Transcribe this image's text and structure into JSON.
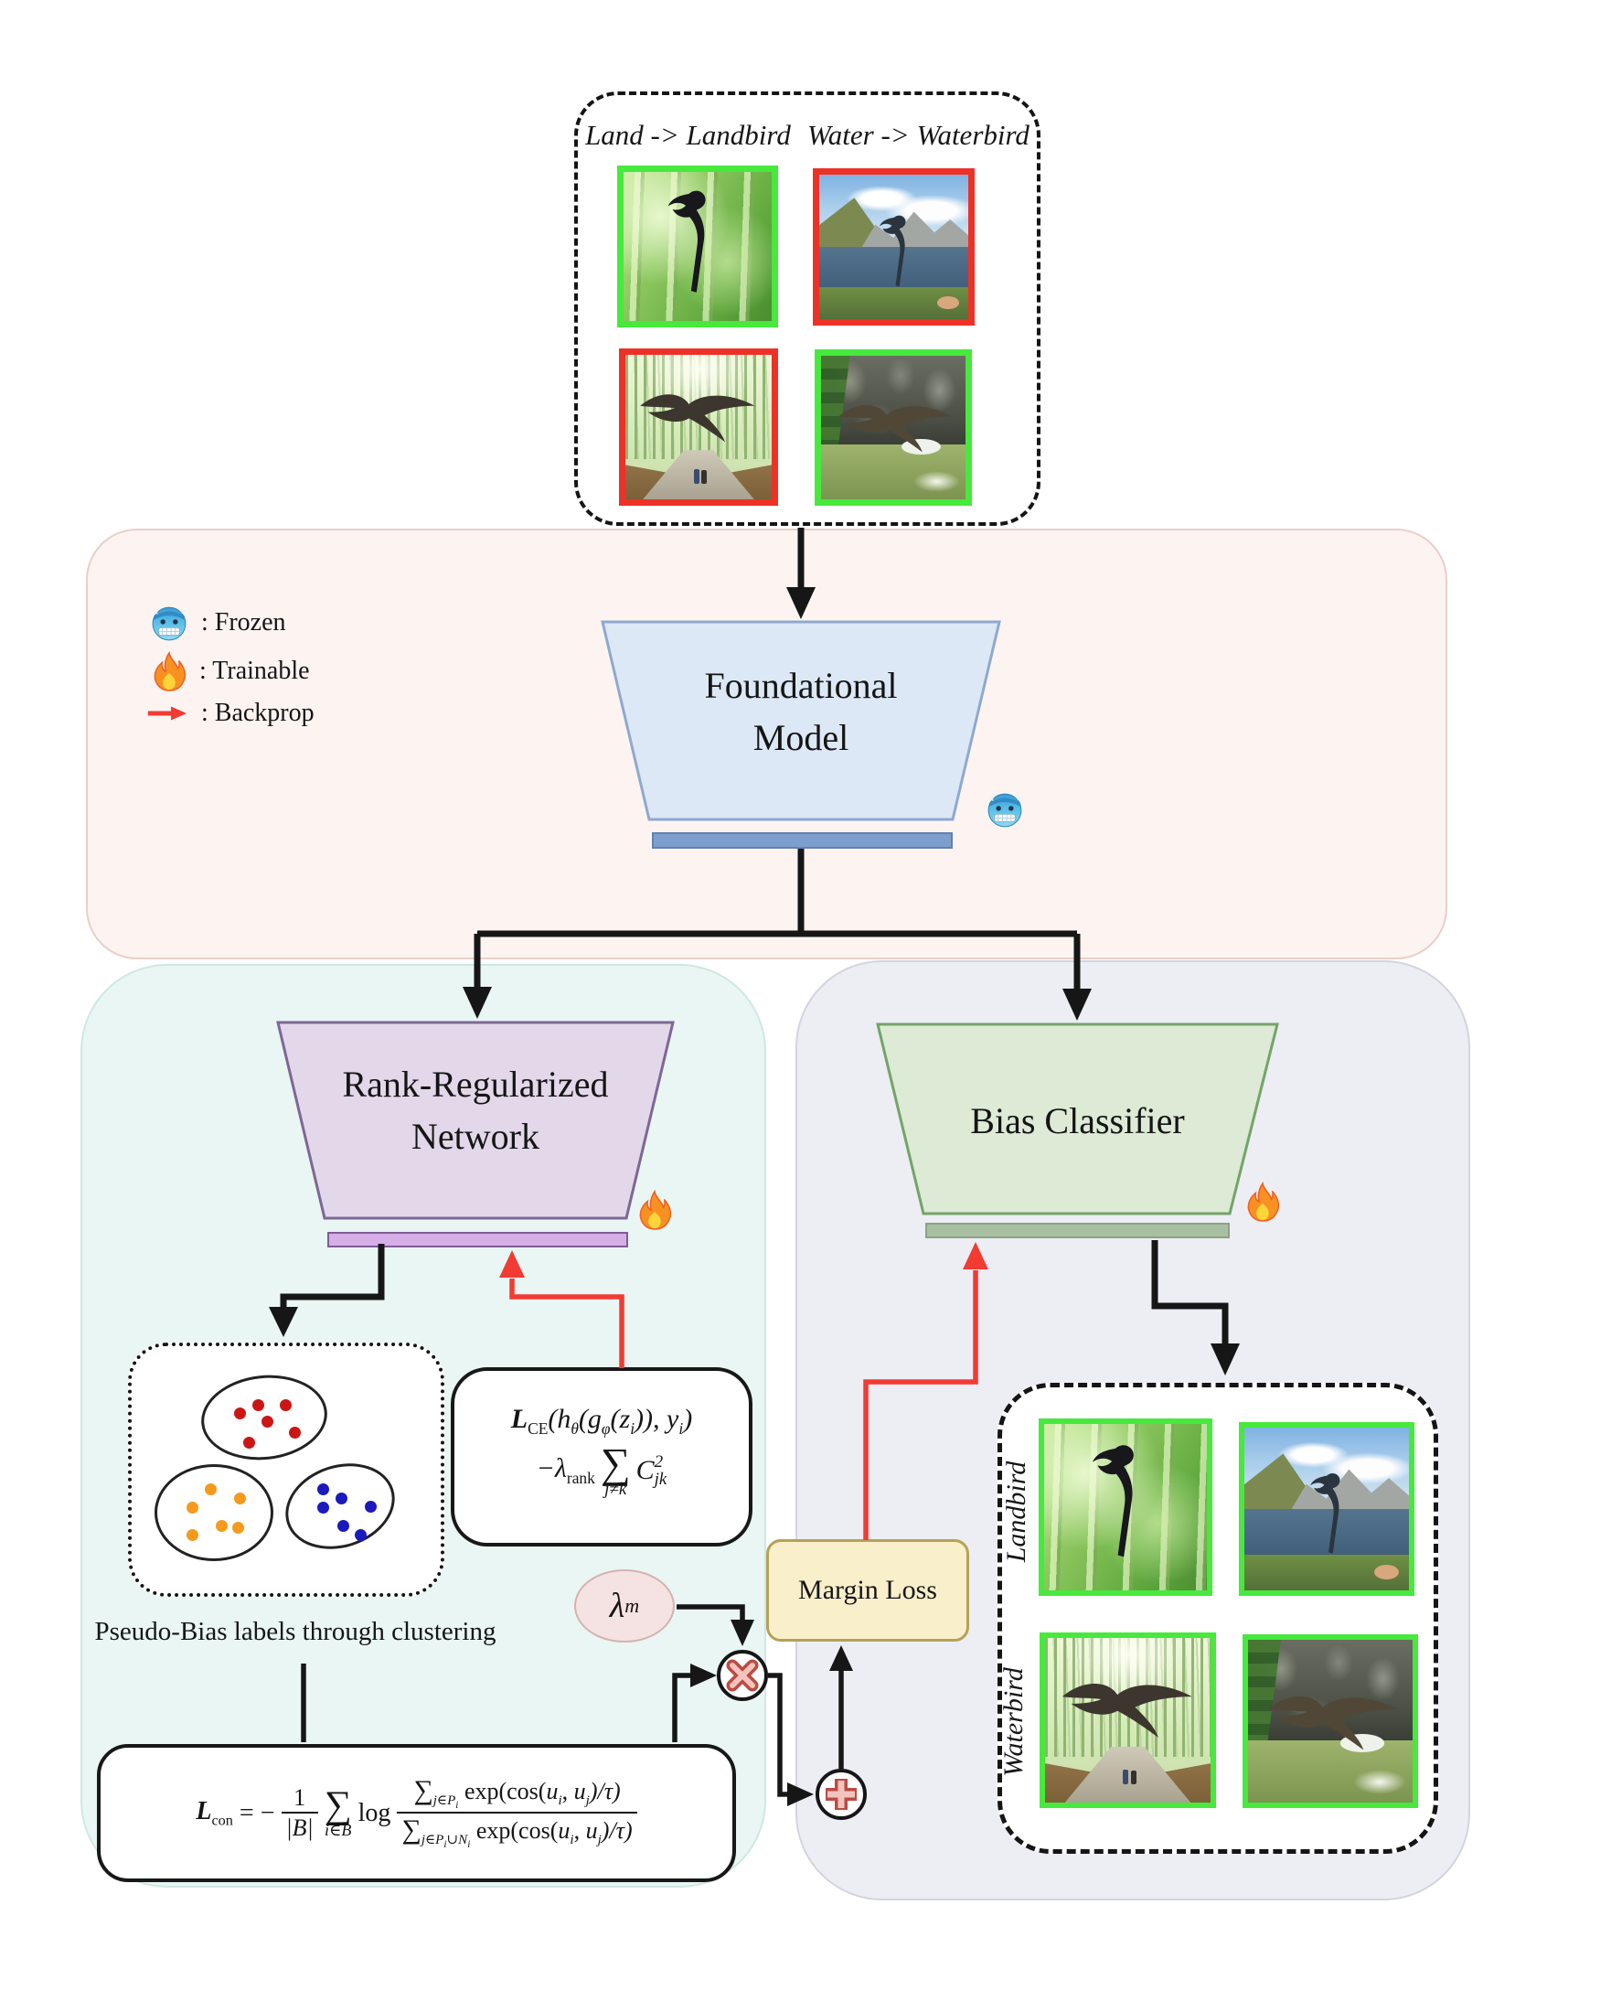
{
  "title_box": {
    "caption_left": "Land -> Landbird",
    "caption_right": "Water -> Waterbird",
    "images": [
      {
        "name": "landbird-on-land",
        "border": "green"
      },
      {
        "name": "landbird-on-water",
        "border": "red"
      },
      {
        "name": "waterbird-on-land",
        "border": "red"
      },
      {
        "name": "waterbird-on-water",
        "border": "green"
      }
    ]
  },
  "legend": {
    "frozen_label": ": Frozen",
    "trainable_label": ": Trainable",
    "backprop_label": ": Backprop"
  },
  "foundational_model": {
    "line1": "Foundational",
    "line2": "Model"
  },
  "rank_network": {
    "line1": "Rank-Regularized",
    "line2": "Network"
  },
  "bias_classifier": {
    "label": "Bias Classifier"
  },
  "margin_loss": {
    "label": "Margin Loss"
  },
  "lambda_m": {
    "base": "λ",
    "sub": "m"
  },
  "cluster_caption": "Pseudo-Bias labels through clustering",
  "results_box": {
    "row_labels": [
      "Landbird",
      "Waterbird"
    ]
  },
  "formulas": {
    "lce": {
      "L": "L",
      "Lsub": "CE",
      "t1": "(h",
      "s1": "θ",
      "t2": "(g",
      "s2": "φ",
      "t3": "(z",
      "s3": "i",
      "t4": ")), y",
      "s4": "i",
      "t5": ")",
      "m": "−λ",
      "msub": "rank",
      "sum": "∑",
      "lim": "j≠k",
      "C": "C",
      "sup": "2",
      "csub": "jk"
    },
    "lcon": {
      "L": "L",
      "Lsub": "con",
      "eq": "= −",
      "num1": "1",
      "den1": "|B|",
      "sum": "∑",
      "lim": "i∈B",
      "log": "log",
      "plim": "j∈P",
      "sub_i": "i",
      "cup": "∪N",
      "exp": "exp(cos(",
      "u": "u",
      "ui": "i",
      "comma": ", ",
      "uj": "j",
      "tail": ")/τ)"
    }
  },
  "colors": {
    "backprop_red": "#f23b33",
    "green_border": "#46e93c",
    "red_border": "#ee3126",
    "pink_region": "#fdf4f1",
    "teal_region": "#e9f6f3",
    "lavender_region": "#ededf4",
    "blue_trapezoid": "#dde8f6",
    "purple_trapezoid": "#e2d8e9",
    "green_trapezoid": "#dcead6",
    "margin_box": "#f9efca",
    "cluster_red": "#cc1616",
    "cluster_orange": "#f59a1c",
    "cluster_blue": "#1a1abd"
  }
}
